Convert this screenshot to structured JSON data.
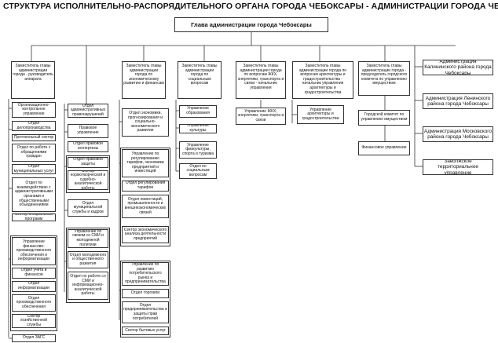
{
  "title": "СТРУКТУРА ИСПОЛНИТЕЛЬНО-РАСПОРЯДИТЕЛЬНОГО ОРГАНА ГОРОДА ЧЕБОКСАРЫ - АДМИНИСТРАЦИИ ГОРОДА ЧЕБОКСАРЫ",
  "head": "Глава администрации города Чебоксары",
  "col1": {
    "deputy": "Заместитель главы администрации города - руководитель аппарата",
    "units": [
      "Организационно-контрольное управление",
      "Отдел делопроизводства",
      "Протокольный сектор",
      "Отдел по работе с обращениями граждан",
      "Отдел муниципальных услуг",
      "Отдел по взаимодействию с административными органами и общественными объединениями",
      "Сектор специальных программ"
    ],
    "units2": [
      "Управление финансово-производственного обеспечения и информатизации",
      "Отдел учета и финансов",
      "Отдел информатизации",
      "Отдел производственного обеспечения",
      "Сектор хозяйственной службы"
    ],
    "zags": "Отдел ЗАГС"
  },
  "col2": {
    "units": [
      "Отдел административных правонарушений",
      "Правовое управление",
      "Отдел правовой экспертизы",
      "Отдел правовой защиты",
      "Сектор нормотворческой и судебно-аналитической работы",
      "Отдел муниципальной службы и кадров",
      "Управление по связям со СМИ и молодежной политики",
      "Отдел молодежного и общественного развития",
      "Отдел по работе со СМИ и информационно-аналитической работы"
    ]
  },
  "col3": {
    "deputy": "Заместитель главы администрации города по экономическому развитию и финансам",
    "units": [
      "Отдел экономики, прогнозирования и социально-экономического развития",
      "Управление по регулированию тарифов, экономики предприятий и инвестиций",
      "Отдел регулирования тарифов",
      "Отдел инвестиций, промышленности и внешнеэкономических связей",
      "Сектор экономического анализа деятельности предприятий",
      "Управление по развитию потребительского рынка и предпринимательства",
      "Отдел торговли",
      "Отдел предпринимательства и защиты прав потребителей",
      "Сектор бытовых услуг"
    ]
  },
  "col4": {
    "deputy": "Заместитель главы администрации города по социальным вопросам",
    "units": [
      "Управление образования",
      "Управление культуры",
      "Управление физкультуры, спорта и туризма",
      "Отдел по социальным вопросам"
    ]
  },
  "col5": {
    "deputy": "Заместитель главы администрации города по вопросам ЖКХ, энергетики, транспорта и связи - начальник управления",
    "units": [
      "Управление ЖКХ, энергетики, транспорта и связи"
    ]
  },
  "col6": {
    "deputy": "Заместитель главы администрации города по вопросам архитектуры и градостроительства - начальник управления архитектуры и градостроительства",
    "units": [
      "Управление архитектуры и градостроительства"
    ]
  },
  "col7": {
    "deputy": "Заместитель главы администрации города - председатель городского комитета по управлению имуществом",
    "units": [
      "Городской комитет по управлению имуществом",
      "Финансовое управление"
    ]
  },
  "districts": [
    "Администрация Калининского района города Чебоксары",
    "Администрация Ленинского района города Чебоксары",
    "Администрация Московского района города Чебоксары",
    "Заволжское территориальное управление"
  ]
}
